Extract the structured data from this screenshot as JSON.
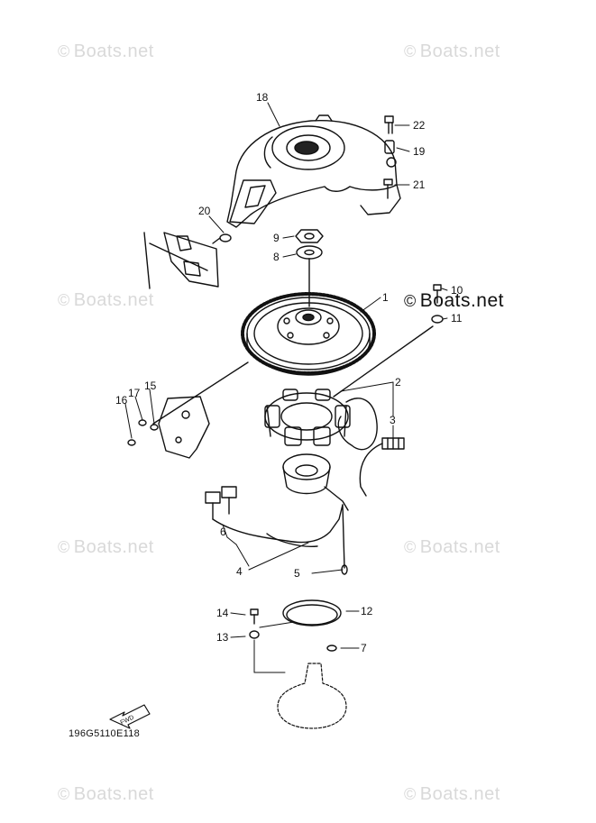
{
  "diagram": {
    "watermark_text": "Boats.net",
    "watermark_symbol": "©",
    "drawing_code": "196G5110E118",
    "fwd_label": "FWD",
    "callouts": [
      {
        "id": "c18",
        "label": "18"
      },
      {
        "id": "c22",
        "label": "22"
      },
      {
        "id": "c19",
        "label": "19"
      },
      {
        "id": "c21",
        "label": "21"
      },
      {
        "id": "c20",
        "label": "20"
      },
      {
        "id": "c9",
        "label": "9"
      },
      {
        "id": "c8",
        "label": "8"
      },
      {
        "id": "c1",
        "label": "1"
      },
      {
        "id": "c10",
        "label": "10"
      },
      {
        "id": "c11",
        "label": "11"
      },
      {
        "id": "c2",
        "label": "2"
      },
      {
        "id": "c3",
        "label": "3"
      },
      {
        "id": "c16",
        "label": "16"
      },
      {
        "id": "c17",
        "label": "17"
      },
      {
        "id": "c15",
        "label": "15"
      },
      {
        "id": "c6",
        "label": "6"
      },
      {
        "id": "c4",
        "label": "4"
      },
      {
        "id": "c5",
        "label": "5"
      },
      {
        "id": "c14",
        "label": "14"
      },
      {
        "id": "c12",
        "label": "12"
      },
      {
        "id": "c13",
        "label": "13"
      },
      {
        "id": "c7",
        "label": "7"
      }
    ]
  }
}
